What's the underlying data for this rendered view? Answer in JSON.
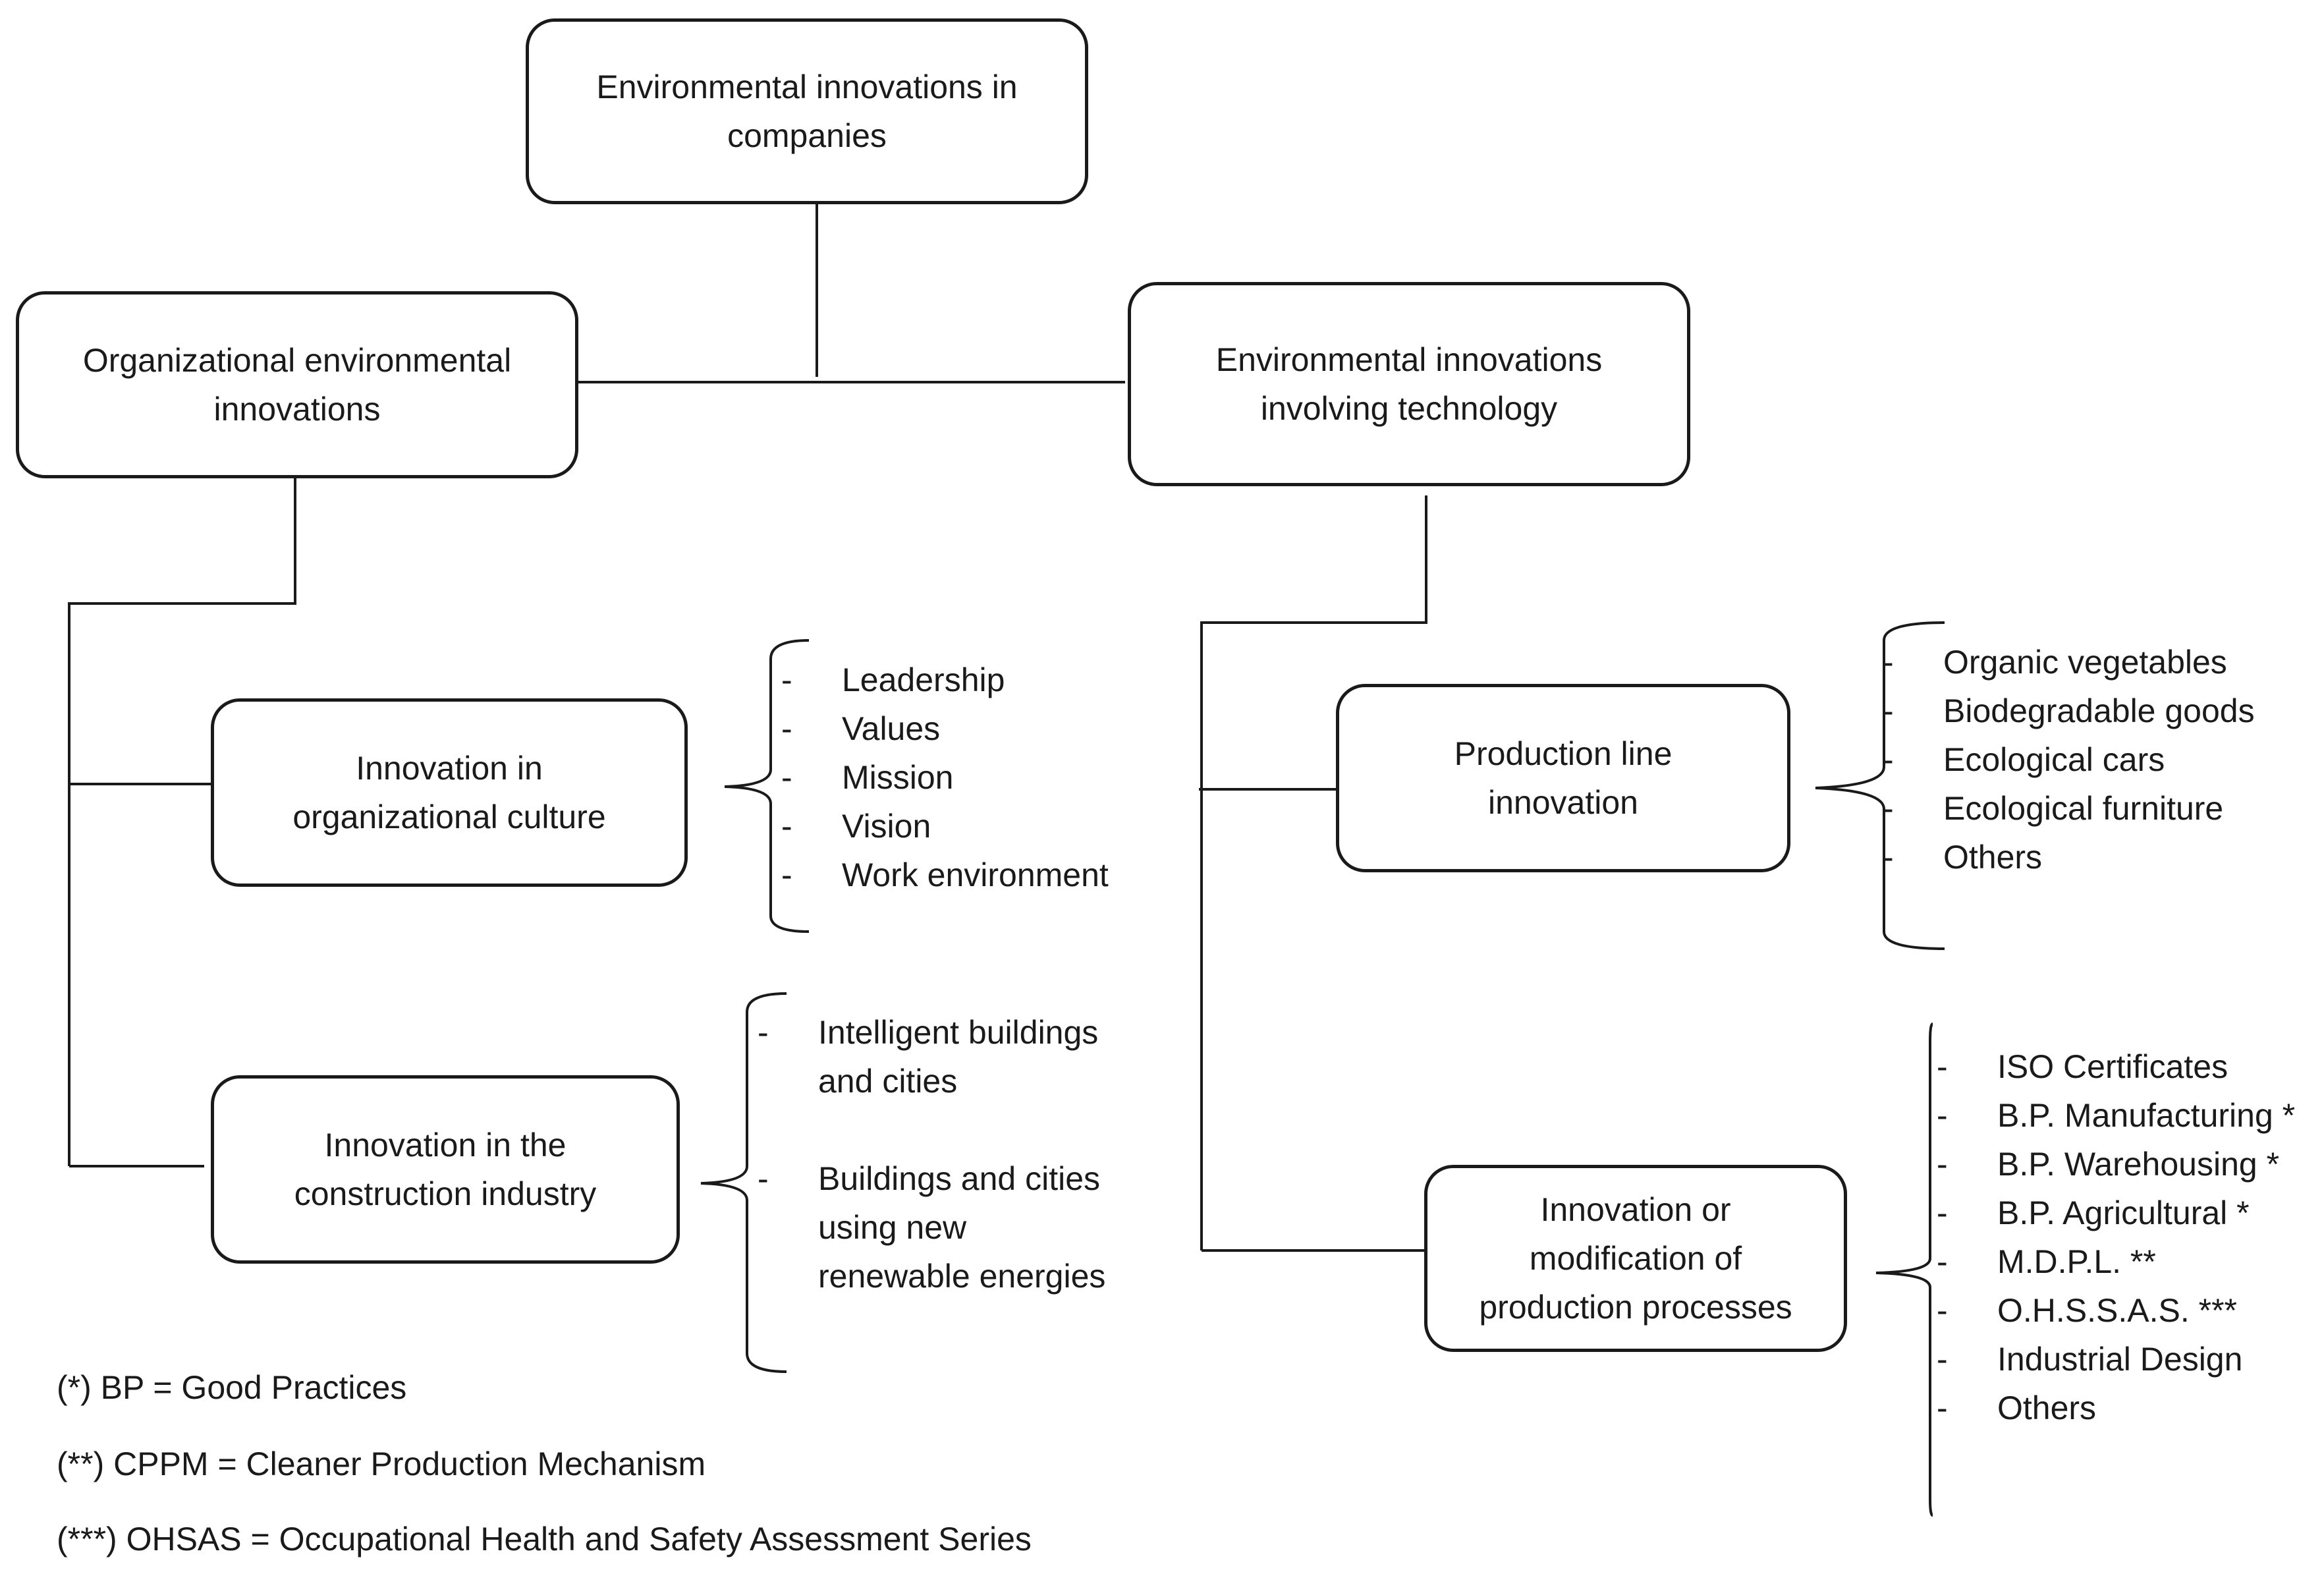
{
  "nodes": {
    "root": "Environmental innovations in\ncompanies",
    "organizational": "Organizational environmental\ninnovations",
    "technology": "Environmental innovations\ninvolving technology",
    "culture": "Innovation in\norganizational culture",
    "construction": "Innovation in the\nconstruction industry",
    "production_line": "Production line\ninnovation",
    "production_processes": "Innovation or\nmodification of\nproduction processes"
  },
  "lists": {
    "culture": [
      "Leadership",
      "Values",
      "Mission",
      "Vision",
      "Work environment"
    ],
    "construction": [
      "Intelligent buildings\nand cities",
      "Buildings and cities\nusing new\nrenewable energies"
    ],
    "production_line": [
      "Organic vegetables",
      "Biodegradable goods",
      "Ecological cars",
      "Ecological furniture",
      "Others"
    ],
    "production_processes": [
      "ISO Certificates",
      "B.P. Manufacturing *",
      "B.P. Warehousing *",
      "B.P. Agricultural *",
      "M.D.P.L. **",
      "O.H.S.S.A.S. ***",
      "Industrial Design",
      "Others"
    ]
  },
  "dash": "-",
  "footnotes": [
    "(*) BP = Good Practices",
    "(**) CPPM = Cleaner Production Mechanism",
    "(***) OHSAS = Occupational Health and Safety Assessment Series"
  ]
}
